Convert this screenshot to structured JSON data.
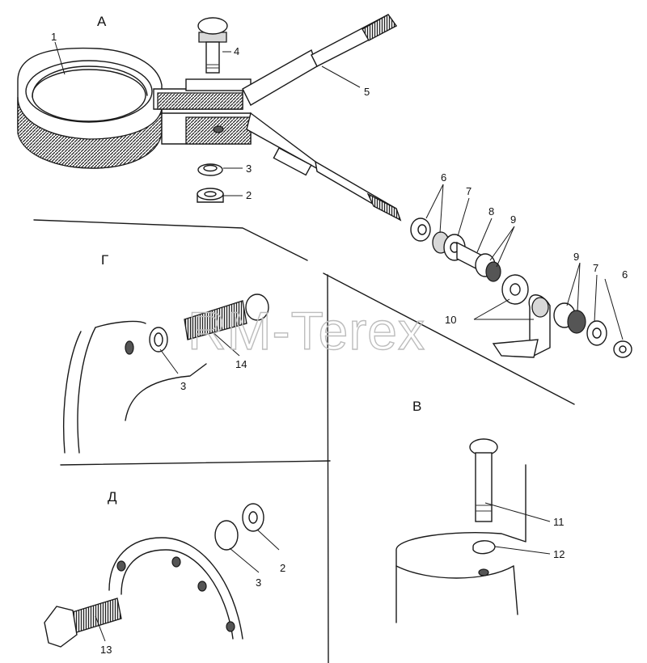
{
  "views": {
    "a": "А",
    "g": "Г",
    "d": "Д",
    "v": "В"
  },
  "callouts": {
    "c1": "1",
    "c2a": "2",
    "c2b": "2",
    "c3a": "3",
    "c3b": "3",
    "c3c": "3",
    "c4": "4",
    "c5": "5",
    "c6a": "6",
    "c6b": "6",
    "c7a": "7",
    "c7b": "7",
    "c8": "8",
    "c9a": "9",
    "c9b": "9",
    "c10": "10",
    "c11": "11",
    "c12": "12",
    "c13": "13",
    "c14": "14"
  },
  "watermark": "RM-Terex"
}
